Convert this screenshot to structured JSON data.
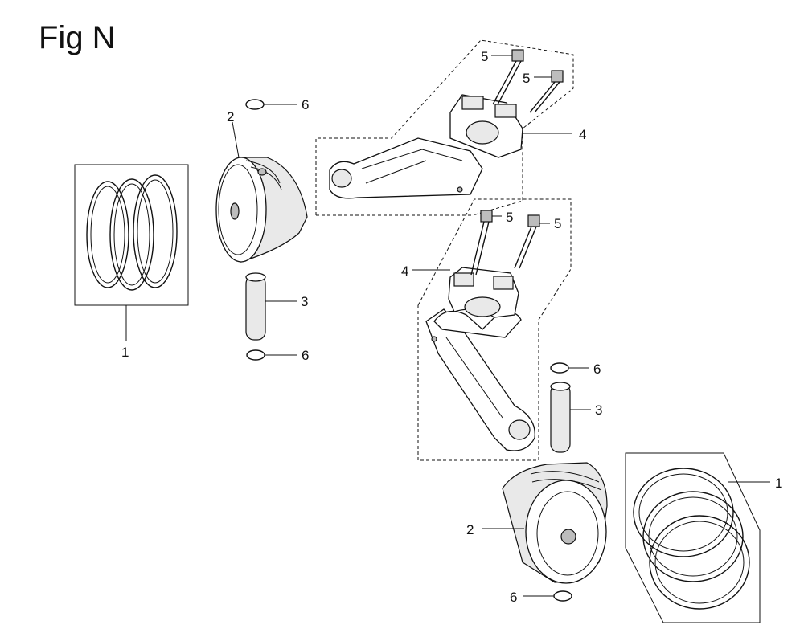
{
  "figure": {
    "title": "Fig N"
  },
  "callouts": {
    "left_ring_set": "1",
    "right_ring_set": "1",
    "left_piston": "2",
    "right_piston": "2",
    "left_pin": "3",
    "right_pin": "3",
    "upper_rod": "4",
    "lower_rod": "4",
    "upper_bolt_a": "5",
    "upper_bolt_b": "5",
    "lower_bolt_a": "5",
    "lower_bolt_b": "5",
    "left_clip_top": "6",
    "left_clip_bottom": "6",
    "right_clip_top": "6",
    "right_clip_bottom": "6"
  }
}
